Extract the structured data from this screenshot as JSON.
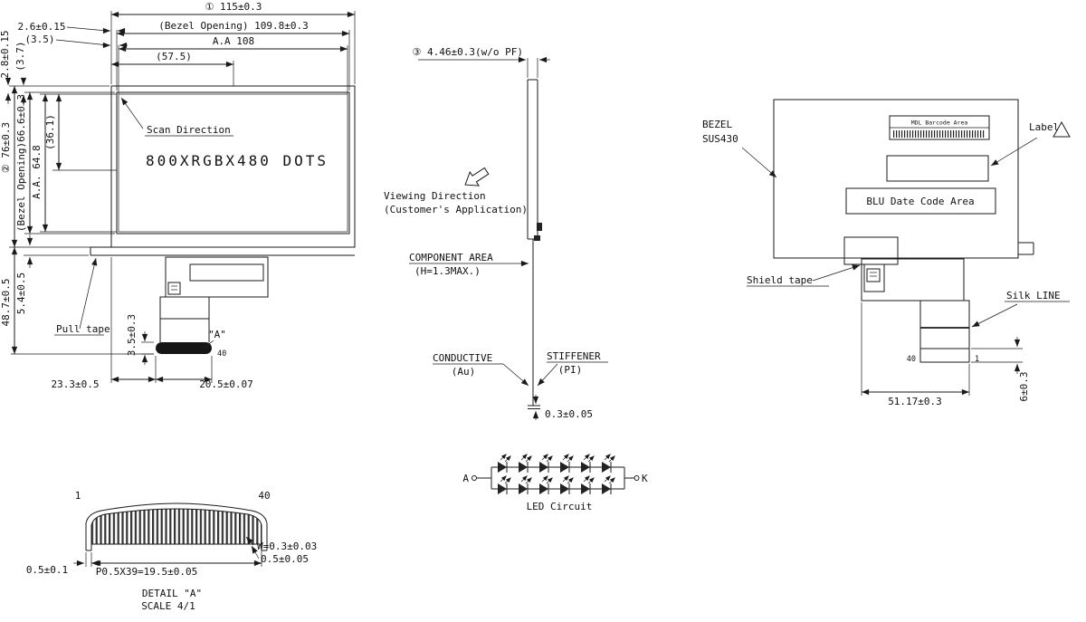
{
  "front_view": {
    "dim_width_total": "① 115±0.3",
    "dim_bezel_opening_width": "(Bezel  Opening) 109.8±0.3",
    "dim_aa_width": "A.A  108",
    "dim_center_width": "(57.5)",
    "dim_offset_left_bezel": "2.6±0.15",
    "dim_offset_left_aa": "(3.5)",
    "dim_offset_top_bezel": "2.8±0.15",
    "dim_offset_top_aa": "(3.7)",
    "dim_height_total": "② 76±0.3",
    "dim_bezel_opening_height": "(Bezel Opening)66.6±0.3",
    "dim_aa_height": "A.A. 64.8",
    "dim_center_height": "(36.1)",
    "scan_direction_label": "Scan Direction",
    "resolution_label": "800XRGBX480 DOTS",
    "dim_fpc_length": "48.7±0.5",
    "dim_tape_height": "5.4±0.5",
    "dim_connector_thickness": "3.5±0.3",
    "pull_tape_label": "Pull tape",
    "dim_connector_offset": "23.3±0.5",
    "dim_connector_width": "20.5±0.07",
    "detail_ref_label": "\"A\"",
    "pin40_label": "40"
  },
  "side_view": {
    "dim_thickness": "③ 4.46±0.3(w/o PF)",
    "viewing_direction_line1": "Viewing Direction",
    "viewing_direction_line2": "(Customer's Application)",
    "component_area_line1": "COMPONENT AREA",
    "component_area_line2": "(H=1.3MAX.)",
    "conductive_line1": "CONDUCTIVE",
    "conductive_line2": "(Au)",
    "stiffener_line1": "STIFFENER",
    "stiffener_line2": "(PI)",
    "dim_stiffener_thickness": "0.3±0.05"
  },
  "back_view": {
    "bezel_line1": "BEZEL",
    "bezel_line2": "SUS430",
    "mdl_barcode_label": "MDL Barcode Area",
    "label_label": "Label",
    "blu_date_code_label": "BLU  Date Code Area",
    "shield_tape_label": "Shield tape",
    "silk_line_label": "Silk LINE",
    "dim_fpc_width": "51.17±0.3",
    "dim_comb_height": "6±0.3",
    "pin40_label": "40",
    "pin1_label": "1"
  },
  "detail_a": {
    "pin1_label": "1",
    "pin40_label": "40",
    "dim_pin_width": "W=0.3±0.03",
    "dim_pin_margin": "0.5±0.05",
    "dim_end_margin": "0.5±0.1",
    "dim_pitch": "P0.5X39=19.5±0.05",
    "title": "DETAIL \"A\"",
    "scale": "SCALE 4/1"
  },
  "led_circuit": {
    "anode_label": "A",
    "cathode_label": "K",
    "caption": "LED Circuit"
  }
}
